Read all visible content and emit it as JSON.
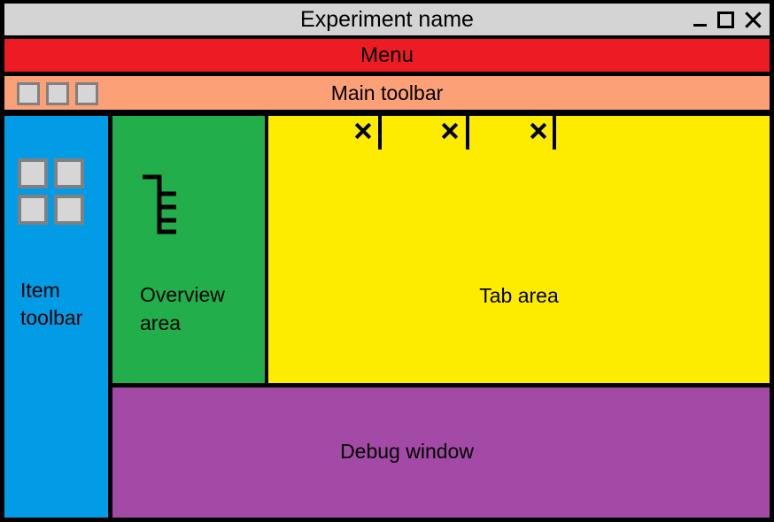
{
  "window": {
    "title": "Experiment name",
    "controls": [
      {
        "name": "minimize-button",
        "glyph": "_"
      },
      {
        "name": "maximize-button",
        "glyph": "□"
      },
      {
        "name": "close-button",
        "glyph": "✕"
      }
    ],
    "colors": {
      "titlebar_bg": "#d4d4d4",
      "border": "#000000"
    }
  },
  "menubar": {
    "label": "Menu",
    "color": "#ed1c24"
  },
  "main_toolbar": {
    "label": "Main toolbar",
    "color": "#fca077",
    "buttons": [
      {
        "name": "main-toolbar-button-1"
      },
      {
        "name": "main-toolbar-button-2"
      },
      {
        "name": "main-toolbar-button-3"
      }
    ]
  },
  "item_toolbar": {
    "label": "Item toolbar",
    "label_lines": [
      "Item",
      "toolbar"
    ],
    "color": "#029be5",
    "buttons": [
      {
        "name": "item-toolbar-button-1"
      },
      {
        "name": "item-toolbar-button-2"
      },
      {
        "name": "item-toolbar-button-3"
      },
      {
        "name": "item-toolbar-button-4"
      }
    ]
  },
  "overview_area": {
    "label": "Overview area",
    "label_lines": [
      "Overview",
      "area"
    ],
    "color": "#22af4b",
    "icon": "tree-structure-icon",
    "tree_branches": 3
  },
  "tab_area": {
    "label": "Tab area",
    "color": "#fdec00",
    "tabs": [
      {
        "name": "tab-1",
        "close_glyph": "✕"
      },
      {
        "name": "tab-2",
        "close_glyph": "✕"
      },
      {
        "name": "tab-3",
        "close_glyph": "✕"
      }
    ]
  },
  "debug_window": {
    "label": "Debug window",
    "color": "#a24aa5"
  }
}
